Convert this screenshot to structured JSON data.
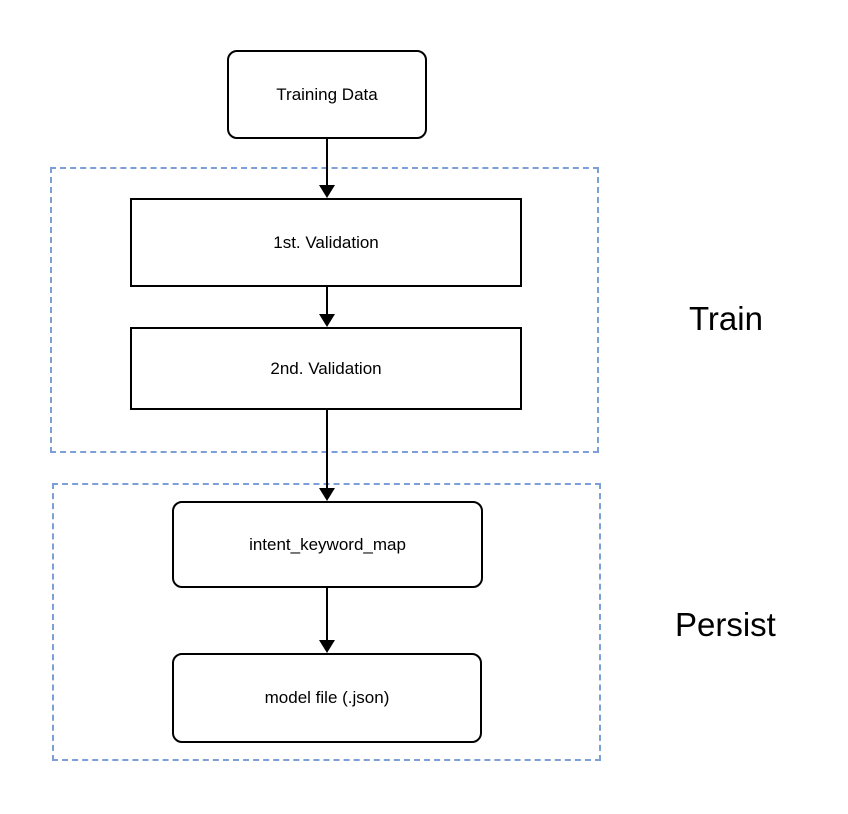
{
  "diagram": {
    "nodes": {
      "training_data": "Training Data",
      "first_validation": "1st. Validation",
      "second_validation": "2nd. Validation",
      "intent_keyword_map": "intent_keyword_map",
      "model_file": "model file (.json)"
    },
    "groups": {
      "train": "Train",
      "persist": "Persist"
    },
    "colors": {
      "group_border": "#7D9FD8",
      "node_border": "#000000",
      "arrow": "#000000",
      "background": "#FFFFFF"
    }
  }
}
